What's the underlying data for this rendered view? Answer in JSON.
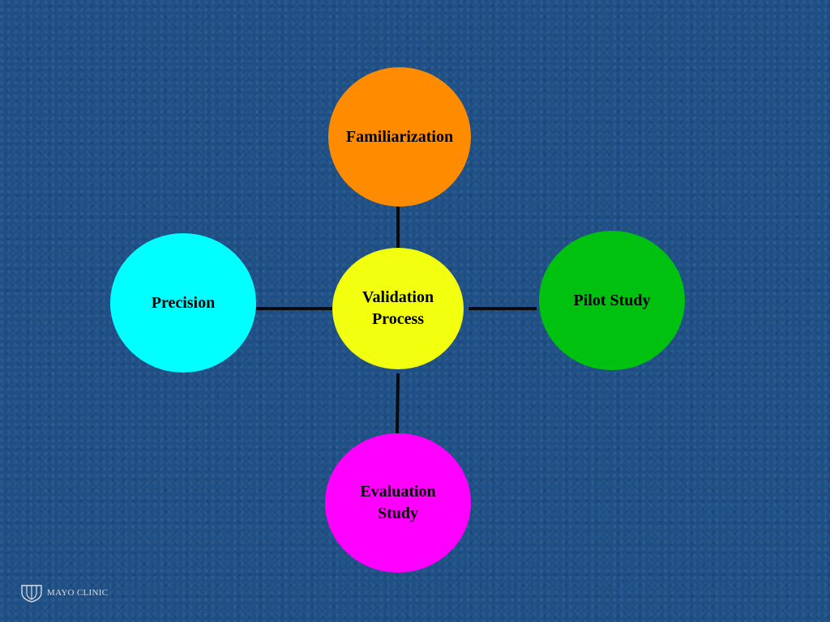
{
  "diagram": {
    "center": {
      "label": "Validation\nProcess",
      "color": "#f2ff0e"
    },
    "nodes": [
      {
        "id": "top",
        "label": "Familiarization",
        "color": "#ff8c00"
      },
      {
        "id": "right",
        "label": "Pilot Study",
        "color": "#00c010"
      },
      {
        "id": "bottom",
        "label": "Evaluation\nStudy",
        "color": "#ff00ff"
      },
      {
        "id": "left",
        "label": "Precision",
        "color": "#00ffff"
      }
    ],
    "connector_color": "#0a0a0a"
  },
  "logo": {
    "text": "MAYO CLINIC",
    "icon": "mayo-shield-icon"
  }
}
